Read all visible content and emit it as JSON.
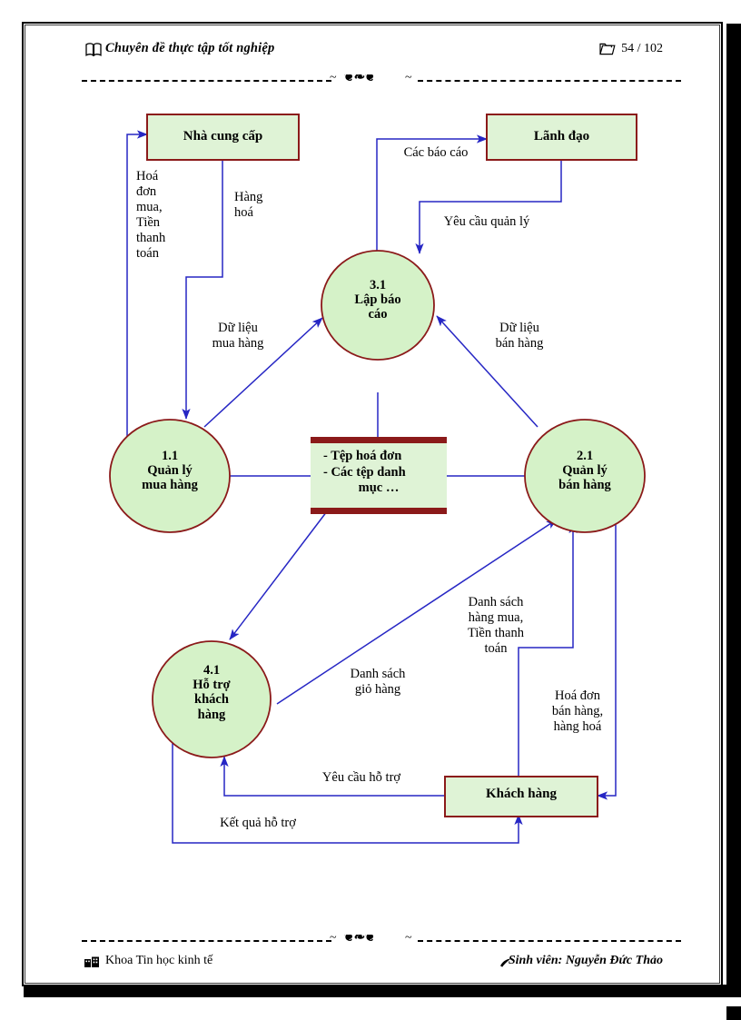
{
  "document": {
    "header": {
      "title": "Chuyên đề thực tập tốt nghiệp",
      "page_indicator": "54 / 102",
      "book_icon": "book-icon",
      "folder_icon": "folder-icon",
      "ornament": "ornament-divider"
    },
    "footer": {
      "left": "Khoa Tin học kinh tế",
      "right": "Sinh viên: Nguyễn Đức Thảo",
      "left_icon": "building-icon",
      "right_icon": "pen-icon"
    }
  },
  "diagram": {
    "type": "data-flow-diagram",
    "colors": {
      "node_fill": "#d9f2d0",
      "node_border": "#8b1a1a",
      "flow_line": "#3333cc",
      "text": "#000000"
    },
    "external_entities": [
      {
        "id": "nha-cung-cap",
        "label": "Nhà cung cấp"
      },
      {
        "id": "lanh-dao",
        "label": "Lãnh đạo"
      },
      {
        "id": "khach-hang",
        "label": "Khách hàng"
      }
    ],
    "processes": [
      {
        "id": "p31",
        "number": "3.1",
        "name": "Lập báo\ncáo"
      },
      {
        "id": "p11",
        "number": "1.1",
        "name": "Quản lý\nmua hàng"
      },
      {
        "id": "p21",
        "number": "2.1",
        "name": "Quản lý\nbán hàng"
      },
      {
        "id": "p41",
        "number": "4.1",
        "name": "Hỗ trợ\nkhách\nhàng"
      }
    ],
    "data_store": {
      "id": "tep-du-lieu",
      "line1": "-  Tệp hoá đơn",
      "line2": "-  Các tệp danh",
      "line3": "mục …"
    },
    "flows": [
      {
        "id": "f-hoa-don-mua",
        "label": "Hoá\nđơn\nmua,\nTiền\nthanh\ntoán"
      },
      {
        "id": "f-hang-hoa",
        "label": "Hàng\nhoá"
      },
      {
        "id": "f-cac-bao-cao",
        "label": "Các báo cáo"
      },
      {
        "id": "f-yeu-cau-quan-ly",
        "label": "Yêu cầu quản lý"
      },
      {
        "id": "f-du-lieu-mua-hang",
        "label": "Dữ liệu\nmua hàng"
      },
      {
        "id": "f-du-lieu-ban-hang",
        "label": "Dữ liệu\nbán hàng"
      },
      {
        "id": "f-danh-sach-hang-mua",
        "label": "Danh sách\nhàng mua,\nTiền thanh\ntoán"
      },
      {
        "id": "f-hoa-don-ban-hang",
        "label": "Hoá đơn\nbán hàng,\nhàng hoá"
      },
      {
        "id": "f-danh-sach-gio-hang",
        "label": "Danh sách\ngiỏ hàng"
      },
      {
        "id": "f-yeu-cau-ho-tro",
        "label": "Yêu cầu hỗ trợ"
      },
      {
        "id": "f-ket-qua-ho-tro",
        "label": "Kết quả hỗ trợ"
      }
    ]
  }
}
